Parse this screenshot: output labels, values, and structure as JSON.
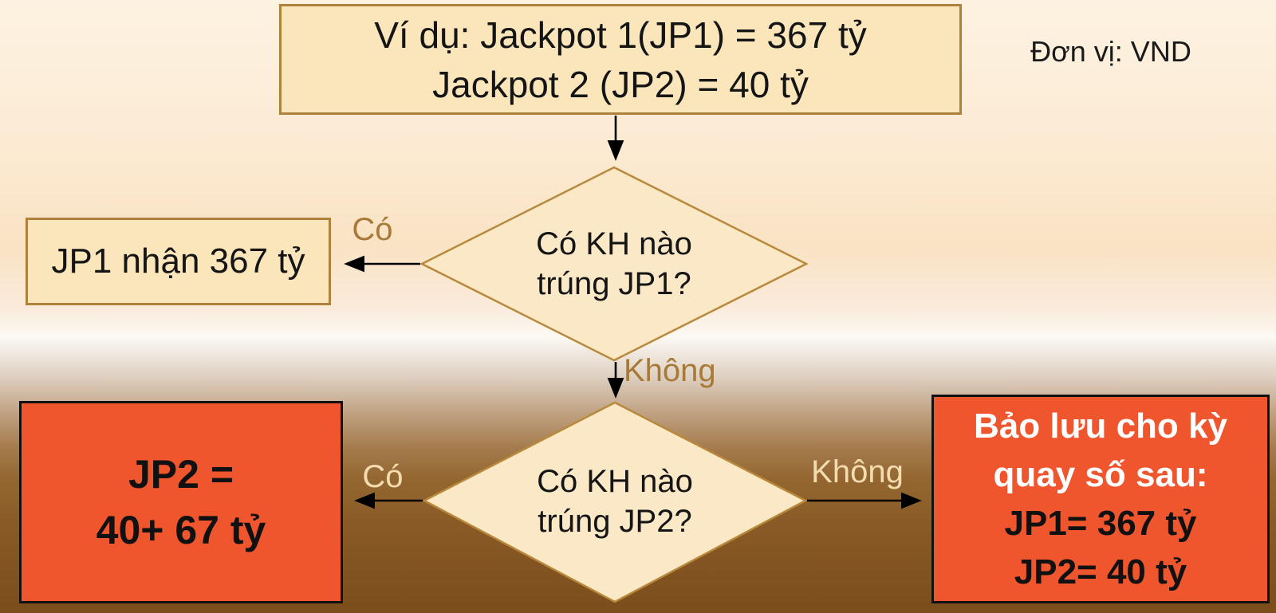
{
  "unit_label": "Đơn vị: VND",
  "title_box": {
    "line1": "Ví dụ: Jackpot 1(JP1) = 367 tỷ",
    "line2": "Jackpot 2 (JP2) = 40 tỷ"
  },
  "decision1": {
    "line1": "Có KH nào",
    "line2": "trúng JP1?",
    "yes_label": "Có",
    "no_label": "Không"
  },
  "decision2": {
    "line1": "Có KH nào",
    "line2": "trúng JP2?",
    "yes_label": "Có",
    "no_label": "Không"
  },
  "jp1_result_box": {
    "text": "JP1 nhận 367 tỷ"
  },
  "jp2_result_box": {
    "line1": "JP2 =",
    "line2": "40+ 67 tỷ"
  },
  "carryover_box": {
    "line1": "Bảo lưu cho kỳ",
    "line2": "quay số sau:",
    "line3": "JP1= 367 tỷ",
    "line4": "JP2= 40 tỷ"
  },
  "colors": {
    "box_fill_tan": "#fbe5bb",
    "box_border_tan": "#b0813a",
    "diamond_fill": "#fbe8c7",
    "diamond_border": "#b9893b",
    "result_box_fill_red": "#f0562e",
    "result_box_border": "#111111",
    "edge_label_brown": "#a87a38",
    "edge_label_cream": "#f3ddb0",
    "arrow_black": "#000000",
    "background_top": "#fdf2e1",
    "background_bottom": "#7b4d1c"
  }
}
